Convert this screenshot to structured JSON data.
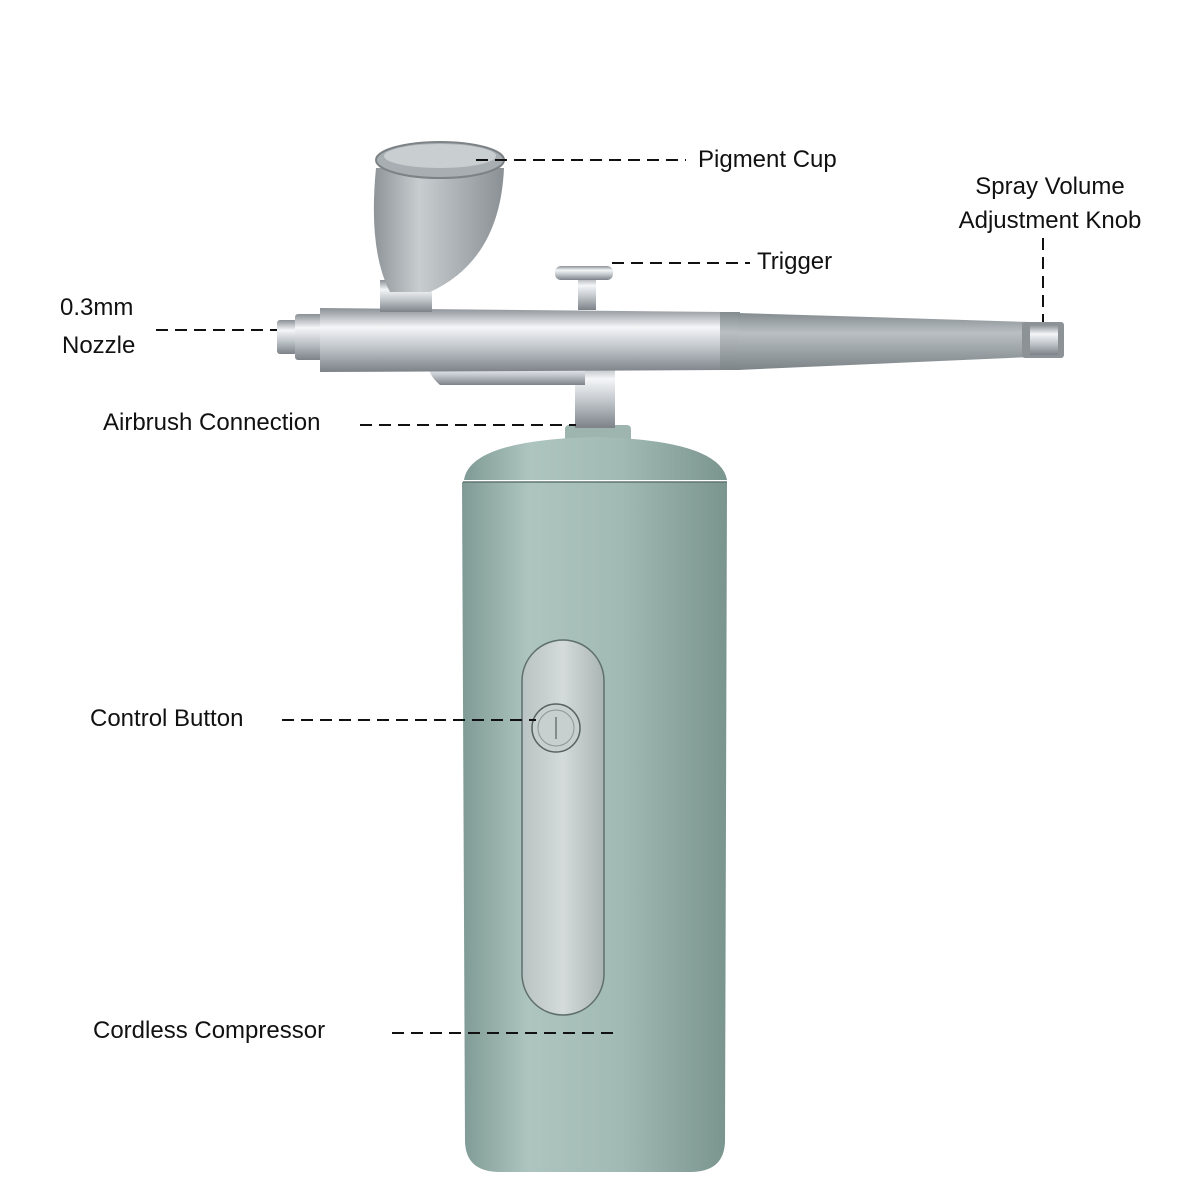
{
  "labels": {
    "pigment_cup": "Pigment Cup",
    "spray_volume_line1": "Spray Volume",
    "spray_volume_line2": "Adjustment Knob",
    "trigger": "Trigger",
    "nozzle_line1": "0.3mm",
    "nozzle_line2": "Nozzle",
    "airbrush_connection": "Airbrush Connection",
    "control_button": "Control Button",
    "cordless_compressor": "Cordless Compressor"
  },
  "colors": {
    "body": "#9fb8b2",
    "chrome": "#d4d8dc",
    "gray_metal": "#9ea4a8",
    "leader": "#111111"
  }
}
